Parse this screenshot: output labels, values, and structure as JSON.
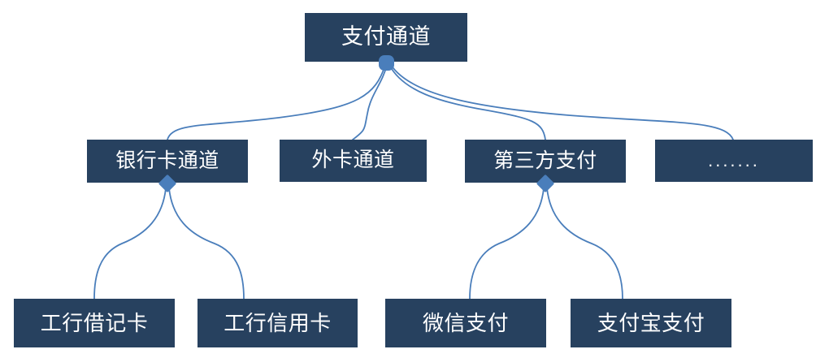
{
  "diagram": {
    "title": "支付通道",
    "type": "hierarchy-tree",
    "levels": 3,
    "colors": {
      "node_fill": "#27415F",
      "node_text": "#FFFFFF",
      "connector": "#4A7EBB",
      "junction": "#4A7EBB",
      "background": "#FFFFFF"
    },
    "nodes": {
      "root": {
        "label": "支付通道"
      },
      "level2": [
        {
          "label": "银行卡通道"
        },
        {
          "label": "外卡通道"
        },
        {
          "label": "第三方支付"
        },
        {
          "label": "......."
        }
      ],
      "level3": [
        {
          "label": "工行借记卡"
        },
        {
          "label": "工行信用卡"
        },
        {
          "label": "微信支付"
        },
        {
          "label": "支付宝支付"
        }
      ]
    },
    "edges": [
      {
        "from": "支付通道",
        "to": "银行卡通道"
      },
      {
        "from": "支付通道",
        "to": "外卡通道"
      },
      {
        "from": "支付通道",
        "to": "第三方支付"
      },
      {
        "from": "支付通道",
        "to": "......."
      },
      {
        "from": "银行卡通道",
        "to": "工行借记卡"
      },
      {
        "from": "银行卡通道",
        "to": "工行信用卡"
      },
      {
        "from": "第三方支付",
        "to": "微信支付"
      },
      {
        "from": "第三方支付",
        "to": "支付宝支付"
      }
    ]
  }
}
